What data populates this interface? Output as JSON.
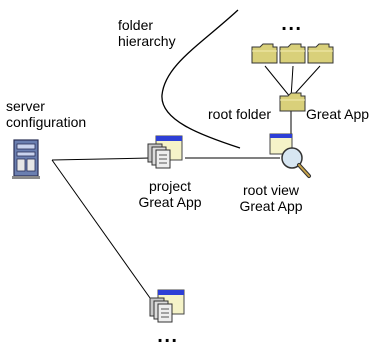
{
  "labels": {
    "folder_hierarchy_line1": "folder",
    "folder_hierarchy_line2": "hierarchy",
    "server_line1": "server",
    "server_line2": "configuration",
    "root_folder": "root folder",
    "root_folder_app": "Great App",
    "project_line1": "project",
    "project_line2": "Great App",
    "root_view_line1": "root view",
    "root_view_line2": "Great App",
    "ellipsis_top": "...",
    "ellipsis_bottom": "..."
  },
  "icons": {
    "server": "server-icon",
    "project": "project-documents-icon",
    "root_view": "root-view-magnifier-icon",
    "root_folder": "folder-icon",
    "child_folder": "folder-icon",
    "bottom_project": "project-documents-icon"
  },
  "colors": {
    "folder_fill": "#d9d07a",
    "window_title": "#2d3fd6",
    "server_body": "#6b7fb0"
  }
}
